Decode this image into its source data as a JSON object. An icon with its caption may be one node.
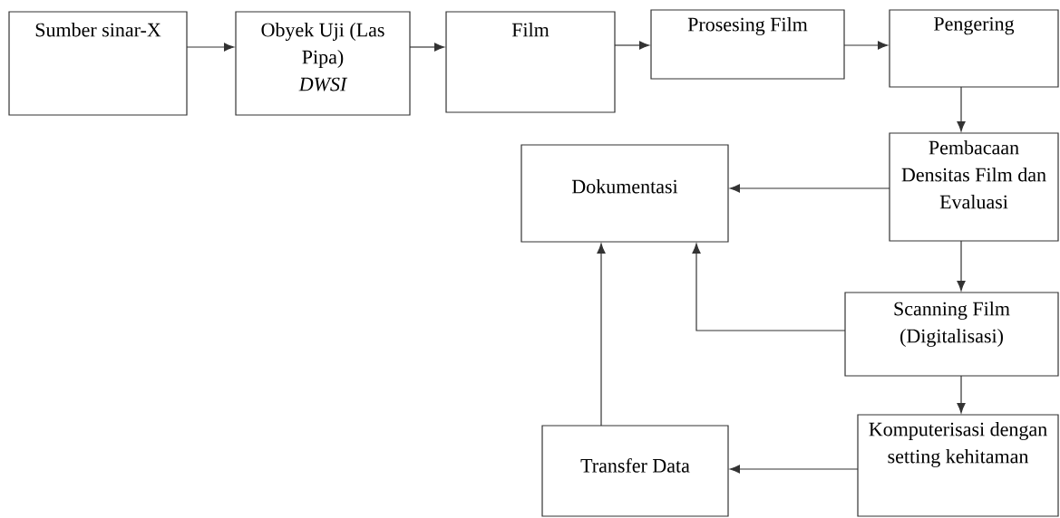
{
  "diagram": {
    "nodes": [
      {
        "text": [
          "Sumber sinar-X"
        ]
      },
      {
        "text": [
          "Obyek Uji (Las Pipa)",
          "DWSI"
        ]
      },
      {
        "text": [
          "Film"
        ]
      },
      {
        "text": [
          "Prosesing Film"
        ]
      },
      {
        "text": [
          "Pengering"
        ]
      },
      {
        "text": [
          "Pembacaan Densitas Film dan Evaluasi"
        ]
      },
      {
        "text": [
          "Dokumentasi"
        ]
      },
      {
        "text": [
          "Scanning Film (Digitalisasi)"
        ]
      },
      {
        "text": [
          "Komputerisasi dengan setting kehitaman"
        ]
      },
      {
        "text": [
          "Transfer Data"
        ]
      }
    ],
    "edges": [
      {
        "from": 0,
        "to": 1,
        "arrow": "to"
      },
      {
        "from": 1,
        "to": 2,
        "arrow": "to"
      },
      {
        "from": 2,
        "to": 3,
        "arrow": "to"
      },
      {
        "from": 3,
        "to": 4,
        "arrow": "to"
      },
      {
        "from": 4,
        "to": 5,
        "arrow": "to"
      },
      {
        "from": 5,
        "to": 6,
        "arrow": "to"
      },
      {
        "from": 5,
        "to": 7,
        "arrow": "to"
      },
      {
        "from": 7,
        "to": 6,
        "arrow": "to"
      },
      {
        "from": 7,
        "to": 8,
        "arrow": "to"
      },
      {
        "from": 8,
        "to": 9,
        "arrow": "to"
      },
      {
        "from": 9,
        "to": 6,
        "arrow": "to"
      }
    ]
  }
}
